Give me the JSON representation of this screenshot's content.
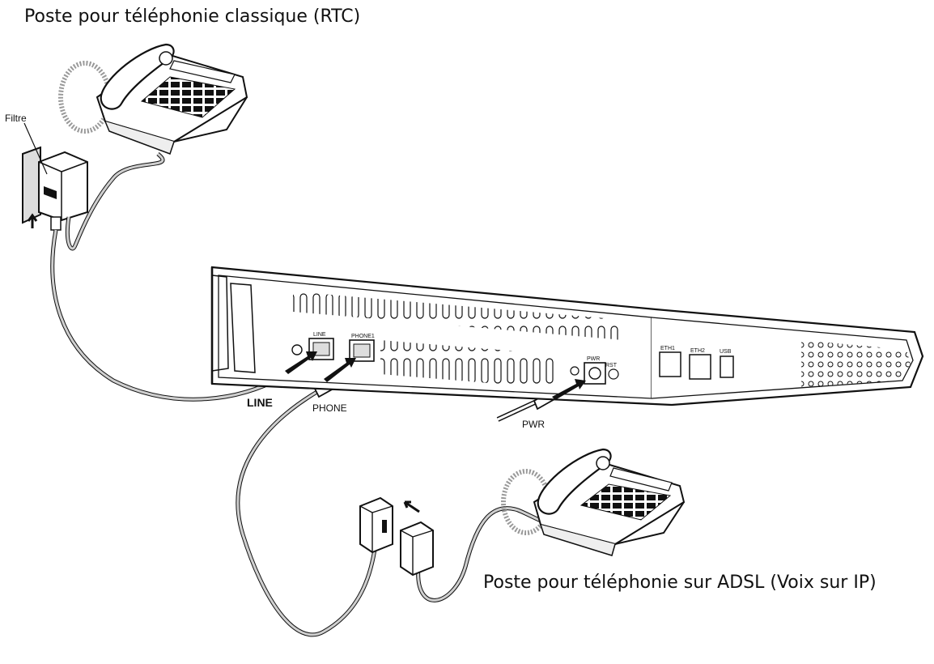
{
  "labels": {
    "top_caption": "Poste pour téléphonie classique (RTC)",
    "bottom_caption": "Poste pour téléphonie sur ADSL (Voix sur IP)",
    "filter": "Filtre",
    "line": "LINE",
    "phone": "PHONE",
    "pwr": "PWR"
  },
  "port_labels": {
    "line_port": "LINE",
    "phone_port": "PHONE1",
    "pwr_port": "PWR",
    "reset": "RST",
    "eth1": "ETH1",
    "eth2": "ETH2",
    "usb": "USB"
  },
  "colors": {
    "ink": "#111111",
    "cord": "#cfcfcf",
    "device_fill": "#ffffff",
    "shade": "#d8d8d8"
  }
}
